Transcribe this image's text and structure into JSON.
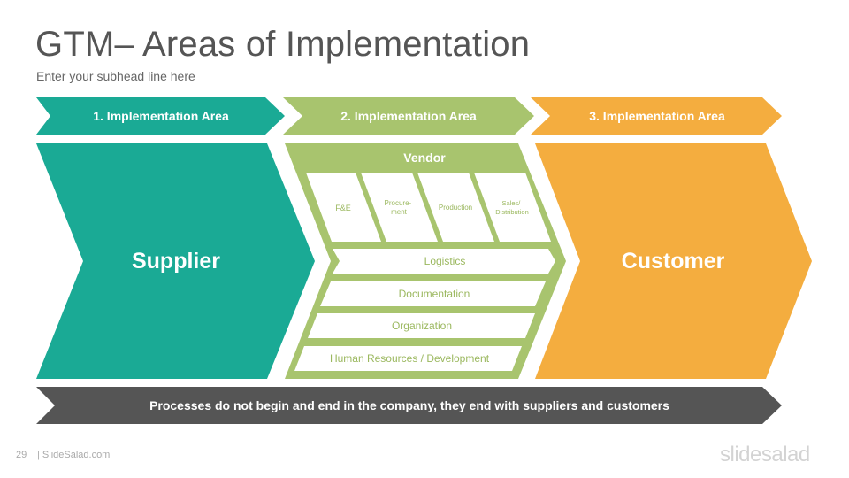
{
  "slide": {
    "title": "GTM– Areas of Implementation",
    "subhead": "Enter your subhead line here",
    "page_number": "29",
    "site": "| SlideSalad.com",
    "logo_text": "slidesalad"
  },
  "colors": {
    "teal": "#1aaa95",
    "green": "#a8c46e",
    "orange": "#f4ad3f",
    "dark": "#555555",
    "green_text": "#9bb85f"
  },
  "areas": [
    {
      "label": "1. Implementation Area"
    },
    {
      "label": "2. Implementation Area"
    },
    {
      "label": "3. Implementation Area"
    }
  ],
  "supplier": {
    "label": "Supplier"
  },
  "vendor": {
    "label": "Vendor",
    "columns": [
      "F&E",
      "Procure-\nment",
      "Production",
      "Sales/\nDistribution"
    ],
    "rows": [
      "Logistics",
      "Documentation",
      "Organization",
      "Human Resources  / Development"
    ]
  },
  "customer": {
    "label": "Customer"
  },
  "banner": {
    "text": "Processes do not begin and end in the company, they end with suppliers and customers"
  }
}
